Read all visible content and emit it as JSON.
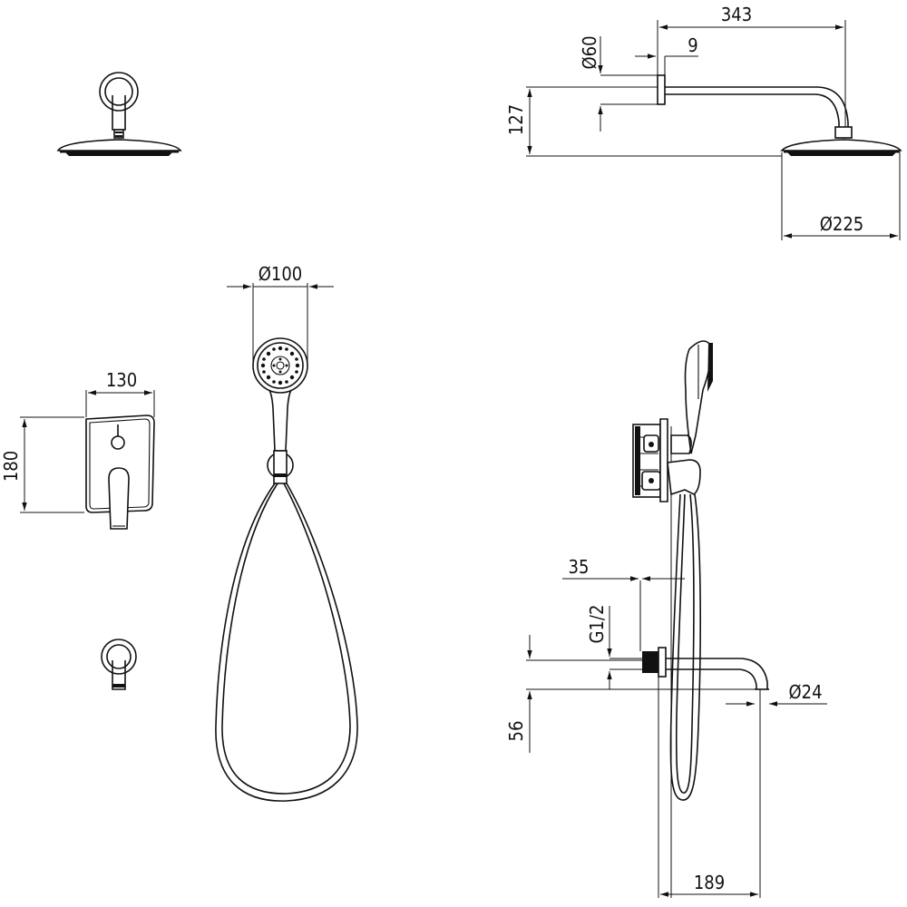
{
  "dimensions": {
    "arm_length": "343",
    "wall_plate_diameter": "Ø60",
    "plate_thickness": "9",
    "arm_drop": "127",
    "head_diameter": "Ø225",
    "hand_shower_diameter": "Ø100",
    "mixer_width": "130",
    "mixer_height": "180",
    "spout_offset": "35",
    "thread": "G1/2",
    "spout_height": "56",
    "outlet_diameter": "Ø24",
    "spout_projection": "189"
  }
}
